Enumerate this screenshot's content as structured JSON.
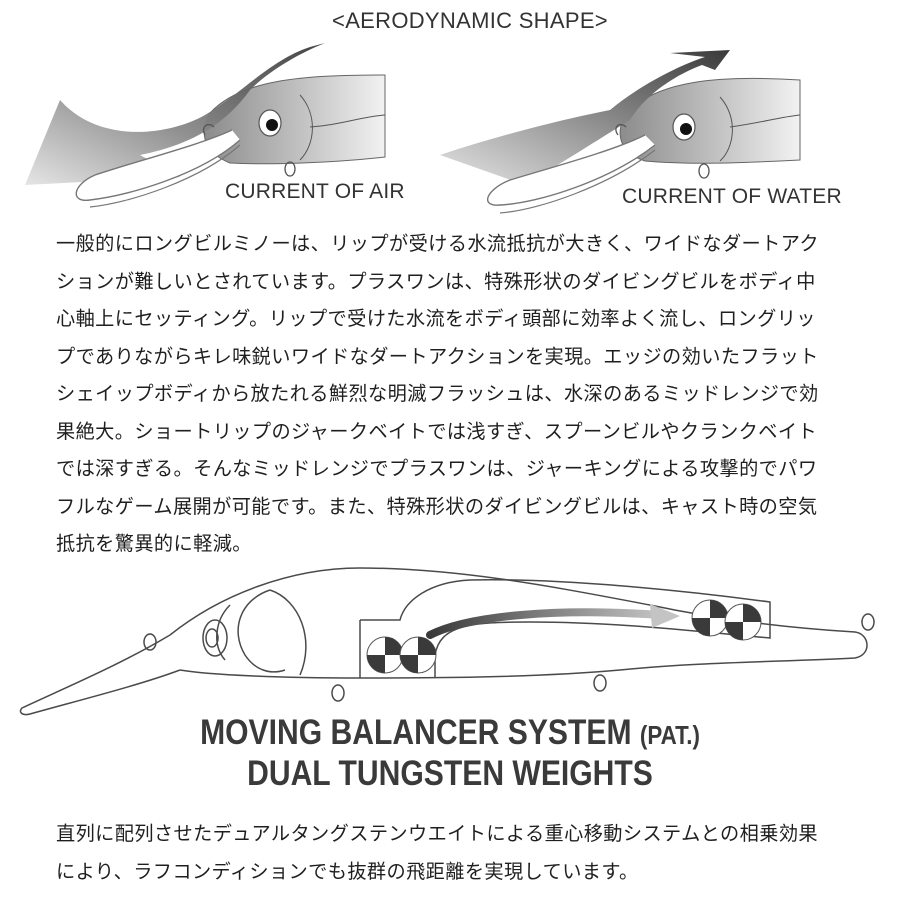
{
  "aerodynamic": {
    "heading": "<AERODYNAMIC SHAPE>",
    "left_caption": "CURRENT OF AIR",
    "right_caption": "CURRENT OF WATER"
  },
  "description": {
    "lines": [
      "一般的にロングビルミノーは、リップが受ける水流抵抗が大きく、ワイドなダートアク",
      "ションが難しいとされています。プラスワンは、特殊形状のダイビングビルをボディ中",
      "心軸上にセッティング。リップで受けた水流をボディ頭部に効率よく流し、ロングリッ",
      "プでありながらキレ味鋭いワイドなダートアクションを実現。エッジの効いたフラット",
      "シェイップボディから放たれる鮮烈な明滅フラッシュは、水深のあるミッドレンジで効",
      "果絶大。ショートリップのジャークベイトでは浅すぎ、スプーンビルやクランクベイト",
      "では深すぎる。そんなミッドレンジでプラスワンは、ジャーキングによる攻撃的でパワ",
      "フルなゲーム展開が可能です。また、特殊形状のダイビングビルは、キャスト時の空気",
      "抵抗を驚異的に軽減。"
    ]
  },
  "balancer": {
    "title_line1": "MOVING BALANCER SYSTEM ",
    "title_line1_small": "(PAT.)",
    "title_line2": "DUAL TUNGSTEN WEIGHTS"
  },
  "footer_text": {
    "lines": [
      "直列に配列させたデュアルタングステンウエイトによる重心移動システムとの相乗効果",
      "により、ラフコンディションでも抜群の飛距離を実現しています。"
    ]
  },
  "colors": {
    "arrow_dark": "#3d3d3d",
    "arrow_light": "#d0d0d0",
    "lure_line": "#4a4a4a",
    "weight_dark": "#3a3a3a"
  }
}
